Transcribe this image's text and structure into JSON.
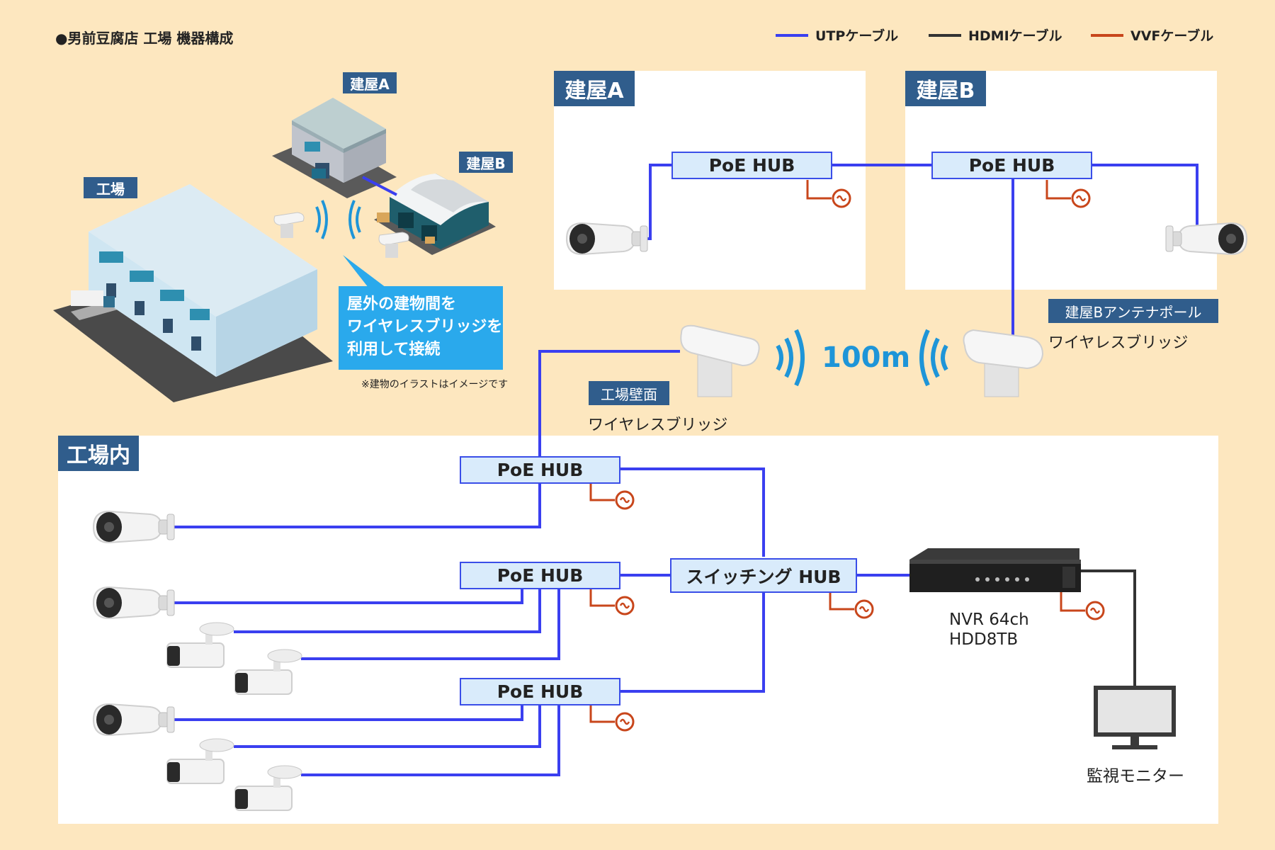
{
  "title": "●男前豆腐店 工場 機器構成",
  "legend": [
    {
      "label": "UTPケーブル",
      "color": "#3a3ff0"
    },
    {
      "label": "HDMIケーブル",
      "color": "#333333"
    },
    {
      "label": "VVFケーブル",
      "color": "#c8461b"
    }
  ],
  "illustration": {
    "label_a": "建屋A",
    "label_b": "建屋B",
    "label_factory": "工場",
    "callout_lines": [
      "屋外の建物間を",
      "ワイヤレスブリッジを",
      "利用して接続"
    ],
    "note": "※建物のイラストはイメージです"
  },
  "panels": {
    "building_a": "建屋A",
    "building_b": "建屋B",
    "factory_inside": "工場内"
  },
  "hub_label": "PoE HUB",
  "switch_label": "スイッチング HUB",
  "wireless": {
    "distance": "100m",
    "pole_tag": "建屋Bアンテナポール",
    "pole_caption": "ワイヤレスブリッジ",
    "wall_tag": "工場壁面",
    "wall_caption": "ワイヤレスブリッジ"
  },
  "nvr": {
    "line1": "NVR 64ch",
    "line2": "HDD8TB"
  },
  "monitor_label": "監視モニター",
  "colors": {
    "utp": "#3a3ff0",
    "hdmi": "#333333",
    "vvf": "#c8461b",
    "tag_bg": "#305d8c",
    "hub_bg": "#d9ebfb",
    "callout": "#2aa9ec"
  }
}
